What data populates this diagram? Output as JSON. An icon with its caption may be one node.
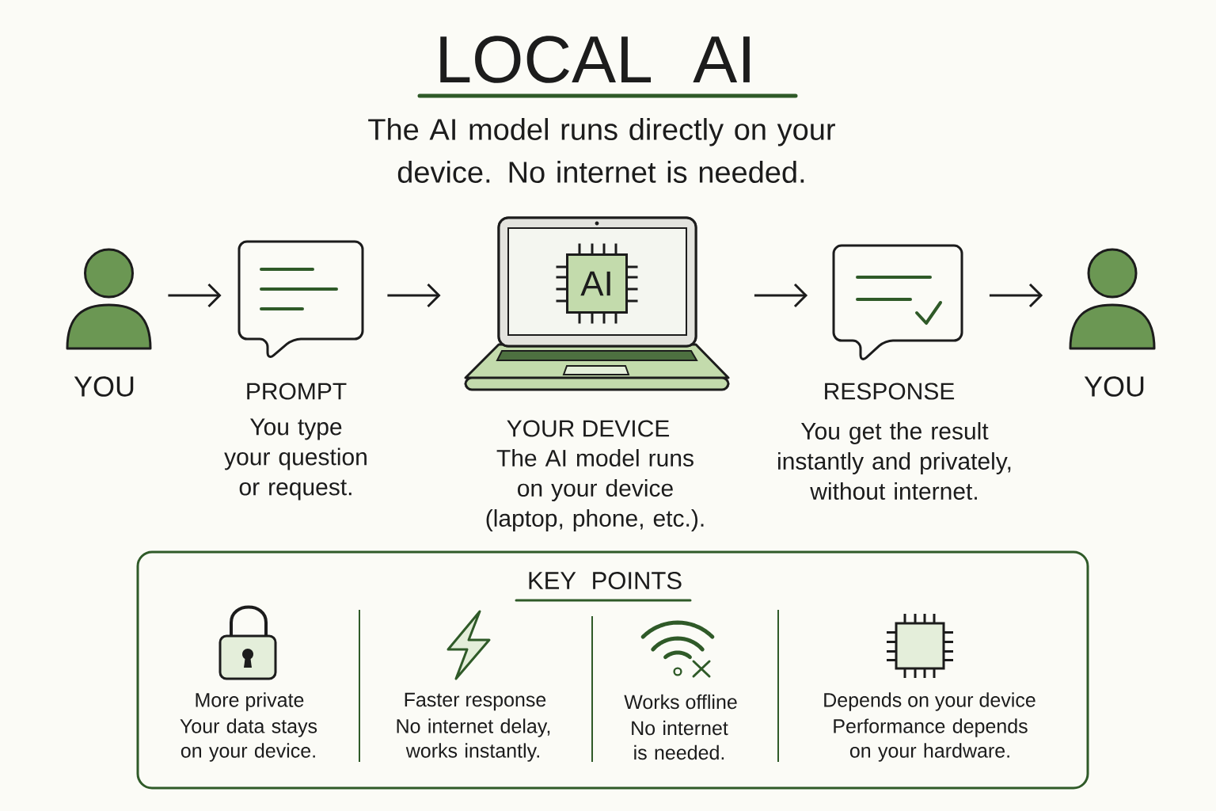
{
  "diagram": {
    "title": "LOCAL AI",
    "nodes": [
      {
        "text": [
          "YOU"
        ]
      },
      {
        "text": [
          "PROMPT",
          "You type your question or request."
        ]
      },
      {
        "text": [
          "YOUR DEVICE",
          "The AI model runs on your device (laptop, phone, etc.)."
        ]
      },
      {
        "text": [
          "AI"
        ],
        "in": 2
      },
      {
        "text": [
          "RESPONSE",
          "You get the result instantly and privately, without internet."
        ]
      },
      {
        "text": [
          "YOU"
        ]
      },
      {
        "text": [
          "KEY POINTS"
        ]
      }
    ],
    "edges": [
      {
        "from": 0,
        "to": 1,
        "arrow": "to"
      },
      {
        "from": 1,
        "to": 2,
        "arrow": "to"
      },
      {
        "from": 2,
        "to": 4,
        "arrow": "to"
      },
      {
        "from": 4,
        "to": 5,
        "arrow": "to"
      }
    ],
    "labels": [
      "The AI model runs directly on your device. No internet is needed.",
      "More private",
      "Your data stays on your device.",
      "Faster response",
      "No internet delay, works instantly.",
      "Works offline",
      "No internet is needed.",
      "Depends on your device",
      "Performance depends on your hardware."
    ]
  }
}
